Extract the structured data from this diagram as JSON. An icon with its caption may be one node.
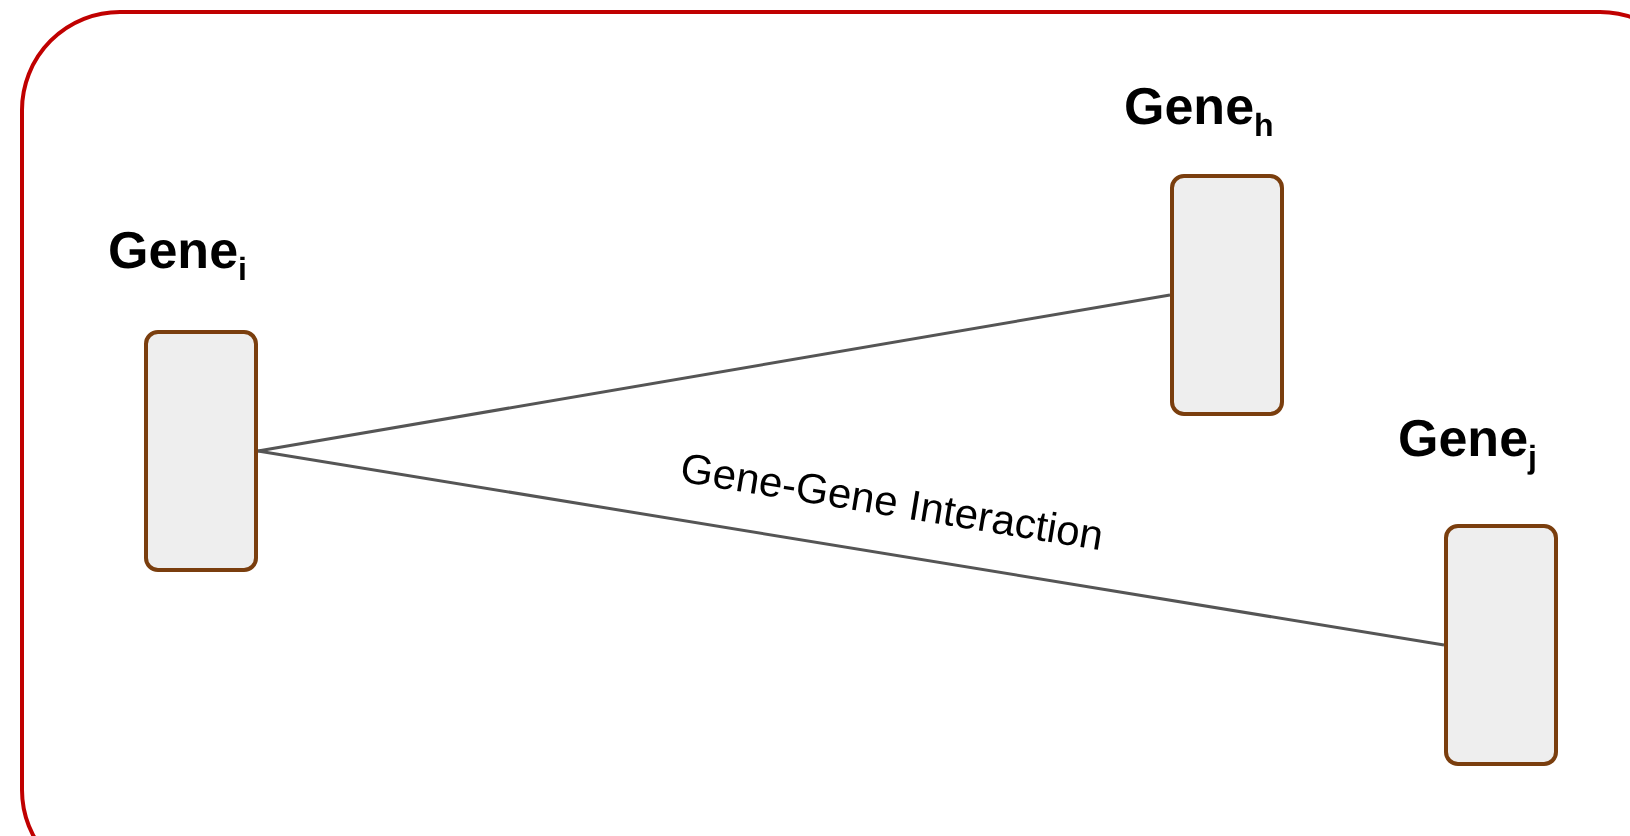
{
  "diagram": {
    "nodes": [
      {
        "text": [],
        "shape": "box"
      },
      {
        "text": [
          "Gene$_{i}$"
        ],
        "in": 0
      },
      {
        "text": [
          "Gene$_{h}$"
        ],
        "in": 0
      },
      {
        "text": [
          "Gene$_{j}$"
        ],
        "in": 0
      }
    ],
    "edges": [
      {
        "from": 1,
        "to": 2,
        "arrow": "none"
      },
      {
        "from": 1,
        "to": 3,
        "arrow": "none",
        "label": "Gene-Gene Interaction"
      }
    ]
  }
}
